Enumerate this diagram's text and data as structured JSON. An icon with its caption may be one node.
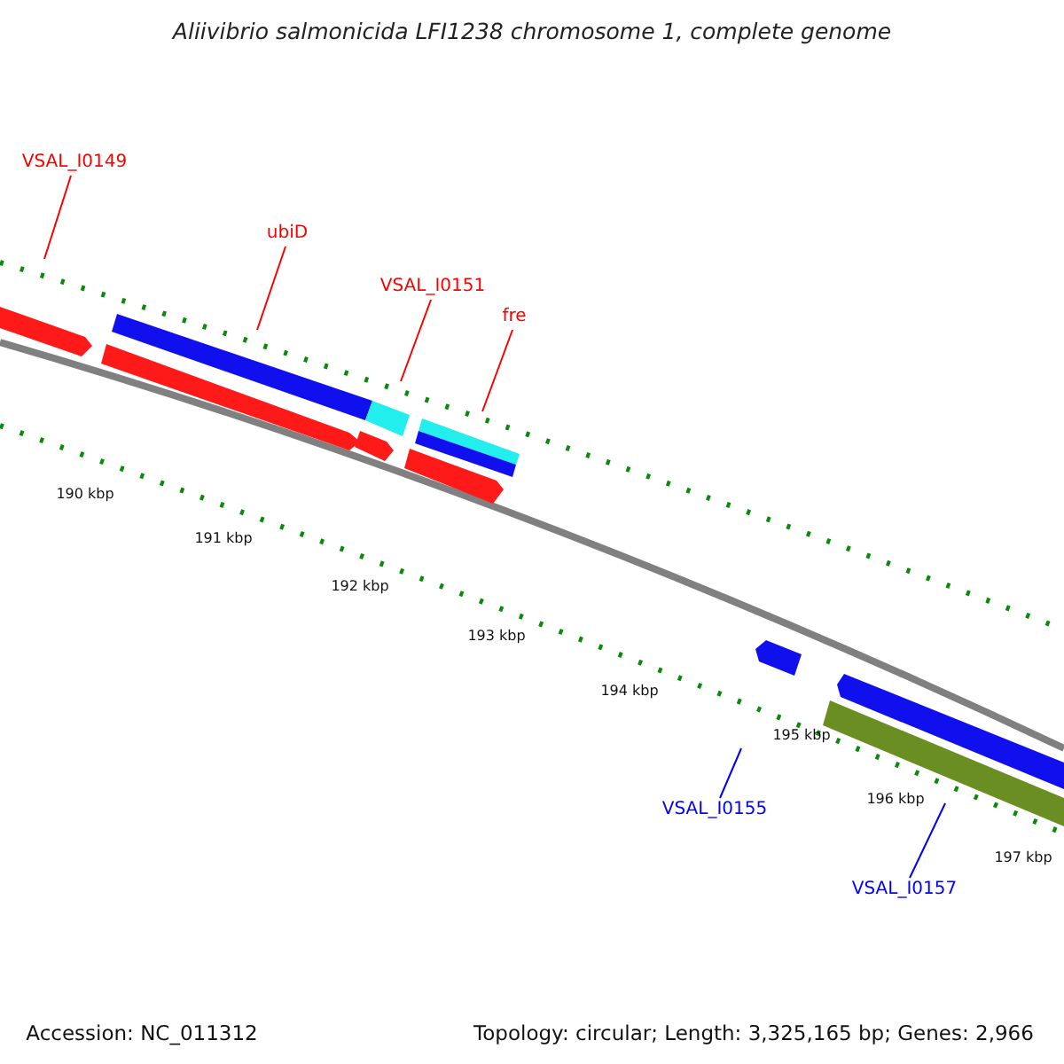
{
  "diagram": {
    "title": "Aliivibrio salmonicida LFI1238 chromosome 1, complete genome",
    "nodes": [
      {
        "text": [
          "VSAL_I0149"
        ]
      },
      {
        "text": [
          "ubiD"
        ]
      },
      {
        "text": [
          "VSAL_I0151"
        ]
      },
      {
        "text": [
          "fre"
        ]
      },
      {
        "text": [
          "VSAL_I0155"
        ]
      },
      {
        "text": [
          "VSAL_I0157"
        ]
      }
    ],
    "edges": [
      {
        "from": 0,
        "to": null,
        "arrow": "none"
      },
      {
        "from": 1,
        "to": null,
        "arrow": "none"
      },
      {
        "from": 2,
        "to": null,
        "arrow": "none"
      },
      {
        "from": 3,
        "to": null,
        "arrow": "none"
      },
      {
        "from": 4,
        "to": null,
        "arrow": "none",
        "color": "#0000ff"
      },
      {
        "from": 5,
        "to": null,
        "arrow": "none",
        "color": "#0000ff"
      }
    ],
    "labels": [
      "190 kbp",
      "191 kbp",
      "192 kbp",
      "193 kbp",
      "194 kbp",
      "195 kbp",
      "196 kbp",
      "197 kbp",
      "Accession: NC_011312",
      "Topology: circular; Length: 3,325,165 bp; Genes: 2,966"
    ]
  }
}
